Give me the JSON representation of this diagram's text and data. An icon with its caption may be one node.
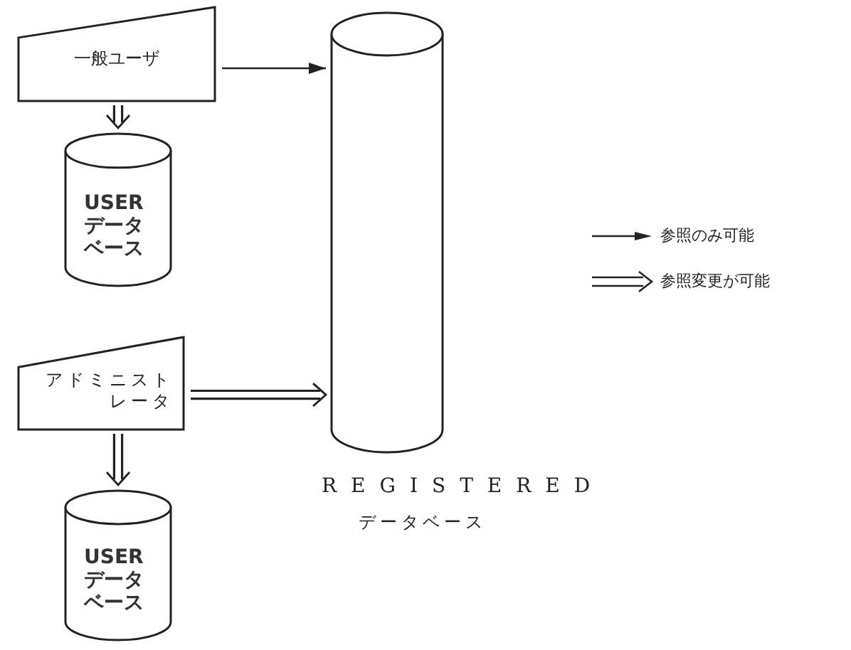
{
  "diagram": {
    "nodes": [
      {
        "text": [
          "一般ユーザ"
        ]
      },
      {
        "text": [
          "USER データベース"
        ]
      },
      {
        "text": [
          "アドミニストレータ"
        ]
      },
      {
        "text": [
          "USER データベース"
        ]
      },
      {
        "text": [
          "REGISTERED",
          "データベース"
        ]
      }
    ],
    "edges": [
      {
        "from": 0,
        "to": 4,
        "arrow": "to"
      },
      {
        "from": 0,
        "to": 1,
        "arrow": "to",
        "style": "thick"
      },
      {
        "from": 2,
        "to": 4,
        "arrow": "to",
        "style": "thick"
      },
      {
        "from": 2,
        "to": 3,
        "arrow": "to",
        "style": "thick"
      }
    ],
    "legend": [
      {
        "text": "参照のみ可能"
      },
      {
        "text": "参照変更が可能"
      }
    ]
  }
}
